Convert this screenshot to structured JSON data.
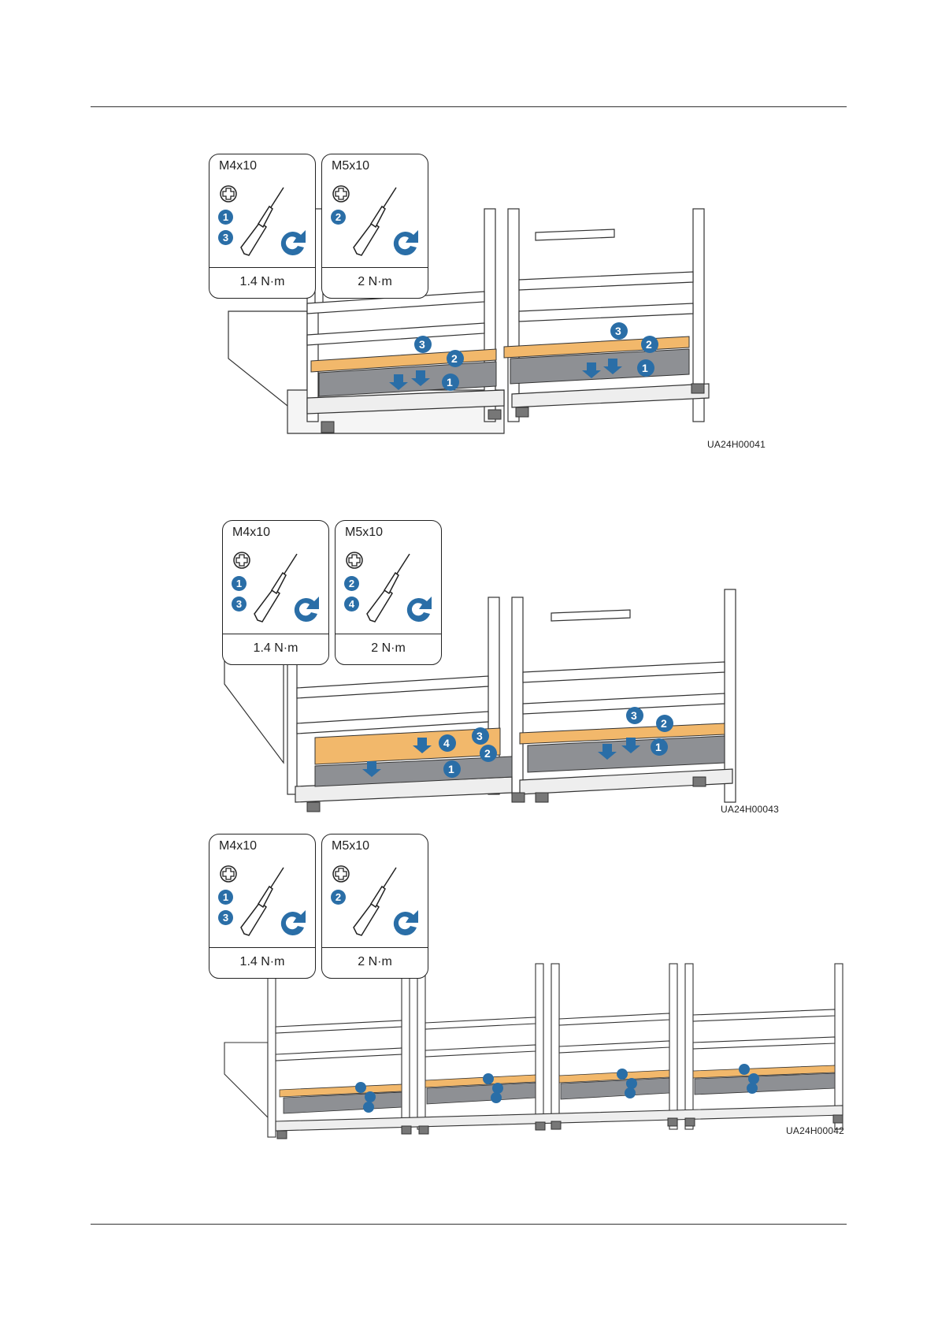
{
  "figures": [
    {
      "code": "UA24H00041",
      "cards": [
        {
          "screw": "M4x10",
          "steps": [
            "1",
            "3"
          ],
          "torque": "1.4 N·m"
        },
        {
          "screw": "M5x10",
          "steps": [
            "2"
          ],
          "torque": "2 N·m"
        }
      ]
    },
    {
      "code": "UA24H00043",
      "cards": [
        {
          "screw": "M4x10",
          "steps": [
            "1",
            "3"
          ],
          "torque": "1.4 N·m"
        },
        {
          "screw": "M5x10",
          "steps": [
            "2",
            "4"
          ],
          "torque": "2 N·m"
        }
      ]
    },
    {
      "code": "UA24H00042",
      "cards": [
        {
          "screw": "M4x10",
          "steps": [
            "1",
            "3"
          ],
          "torque": "1.4 N·m"
        },
        {
          "screw": "M5x10",
          "steps": [
            "2"
          ],
          "torque": "2 N·m"
        }
      ]
    }
  ],
  "colors": {
    "accent": "#2a6ea7",
    "bracket": "#f2b86b",
    "plate": "#8e9094"
  },
  "icons": [
    "phillips-head-icon",
    "screwdriver-icon",
    "rotate-clockwise-icon",
    "step-number-badge"
  ]
}
